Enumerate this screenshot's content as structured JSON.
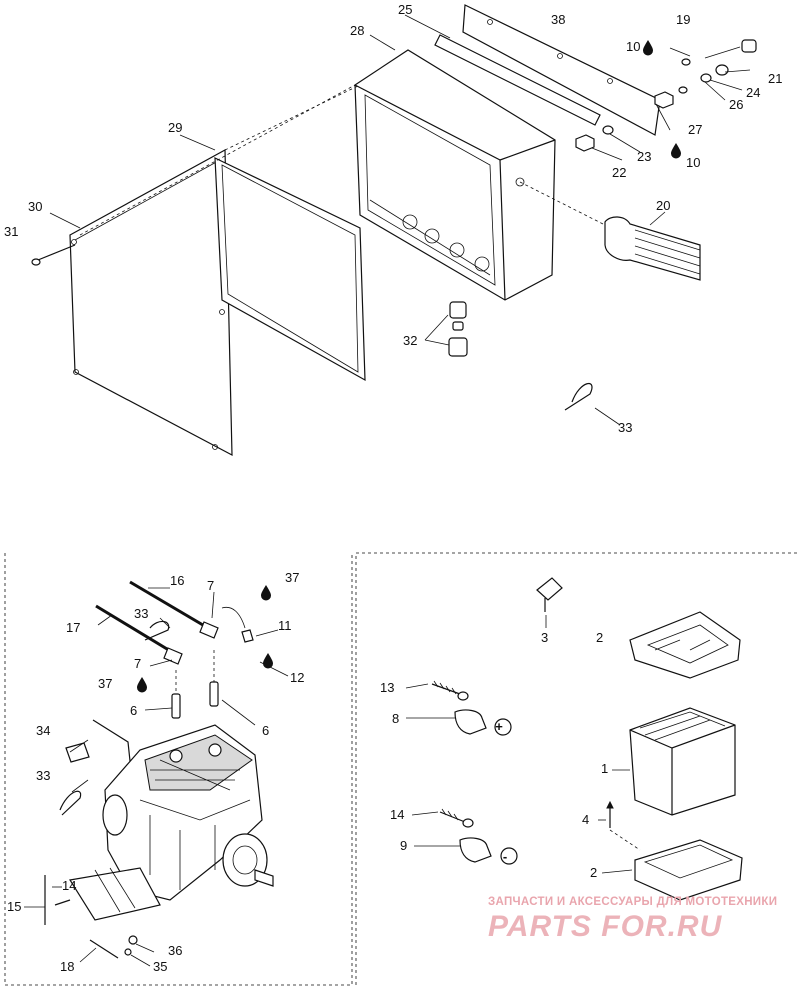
{
  "callouts": {
    "c25": "25",
    "c38": "38",
    "c19": "19",
    "c28": "28",
    "c10a": "10",
    "c21": "21",
    "c24": "24",
    "c26": "26",
    "c27": "27",
    "c23": "23",
    "c10b": "10",
    "c22": "22",
    "c29": "29",
    "c30": "30",
    "c31": "31",
    "c20": "20",
    "c32": "32",
    "c33a": "33",
    "c16": "16",
    "c7a": "7",
    "c37a": "37",
    "c17": "17",
    "c33b": "33",
    "c11": "11",
    "c7b": "7",
    "c37b": "37",
    "c12": "12",
    "c6a": "6",
    "c6b": "6",
    "c34": "34",
    "c33c": "33",
    "c14a": "14",
    "c15": "15",
    "c36": "36",
    "c18": "18",
    "c35": "35",
    "c3": "3",
    "c2a": "2",
    "c13": "13",
    "c8": "8",
    "c1": "1",
    "c14b": "14",
    "c4": "4",
    "c9": "9",
    "c2b": "2"
  },
  "symbols": {
    "plus": "+",
    "minus": "-"
  },
  "watermark": {
    "line1": "ЗАПЧАСТИ И АКСЕССУАРЫ ДЛЯ МОТОТЕХНИКИ",
    "line2": "PARTS FOR.RU"
  },
  "colors": {
    "ink": "#111111",
    "watermark": "#e9a5ad"
  },
  "icons": [
    "oil-drop-icon",
    "battery-plus-icon",
    "battery-minus-icon"
  ]
}
